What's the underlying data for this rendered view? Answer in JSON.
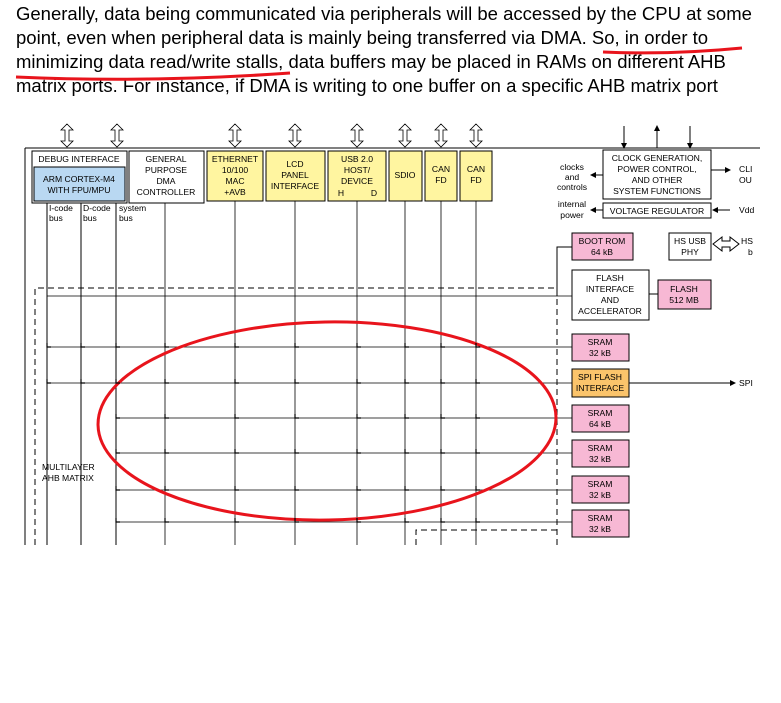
{
  "paragraph": {
    "line1": "Generally, data being communicated via peripherals will be accessed by the CPU at some",
    "line2a": "point, even when peripheral data is mainly being transferred via DMA.",
    "line2b": " So, in order to",
    "line3a": "minimizing data read/write stalls,",
    "line3b": " data buffers may be placed in RAMs on different AHB",
    "line4": "matrix ports. For instance, if DMA is writing to one buffer on a specific AHB matrix port"
  },
  "diagram": {
    "debug_interface": "DEBUG INTERFACE",
    "cpu": [
      "ARM CORTEX-M4",
      "WITH FPU/MPU"
    ],
    "gpdma": [
      "GENERAL",
      "PURPOSE",
      "DMA",
      "CONTROLLER"
    ],
    "ethernet": [
      "ETHERNET",
      "10/100",
      "MAC",
      "+AVB"
    ],
    "lcd": [
      "LCD",
      "PANEL",
      "INTERFACE"
    ],
    "usb": [
      "USB 2.0",
      "HOST/",
      "DEVICE"
    ],
    "usb_h": "H",
    "usb_d": "D",
    "sdio": "SDIO",
    "can1": [
      "CAN",
      "FD"
    ],
    "can2": [
      "CAN",
      "FD"
    ],
    "bus_labels": [
      [
        "I-code",
        "bus"
      ],
      [
        "D-code",
        "bus"
      ],
      [
        "system",
        "bus"
      ]
    ],
    "clock_gen": [
      "CLOCK GENERATION,",
      "POWER CONTROL,",
      "AND OTHER",
      "SYSTEM FUNCTIONS"
    ],
    "clocks_label": [
      "clocks",
      "and",
      "controls"
    ],
    "internal_power": [
      "internal",
      "power"
    ],
    "voltage_regulator": "VOLTAGE REGULATOR",
    "right_cli": "CLI",
    "right_ou": "OU",
    "right_vdd": "Vdd",
    "boot_rom": [
      "BOOT ROM",
      "64 kB"
    ],
    "hs_usb_phy": [
      "HS USB",
      "PHY"
    ],
    "right_hs": "HS",
    "right_hs_b": "b",
    "flash_if": [
      "FLASH",
      "INTERFACE",
      "AND",
      "ACCELERATOR"
    ],
    "flash": [
      "FLASH",
      "512 MB"
    ],
    "spi_flash": [
      "SPI FLASH",
      "INTERFACE"
    ],
    "right_spi": "SPI",
    "srams": [
      [
        "SRAM",
        "32 kB"
      ],
      [
        "SRAM",
        "64 kB"
      ],
      [
        "SRAM",
        "32 kB"
      ],
      [
        "SRAM",
        "32 kB"
      ],
      [
        "SRAM",
        "32 kB"
      ]
    ],
    "ahb_matrix": [
      "MULTILAYER",
      "AHB MATRIX"
    ],
    "colors": {
      "yellow": "#fff5a0",
      "pink": "#f7b8d4",
      "orange": "#fbc46b",
      "cpu_blue": "#b9d8f2",
      "red_annotation": "#e8141c"
    }
  }
}
